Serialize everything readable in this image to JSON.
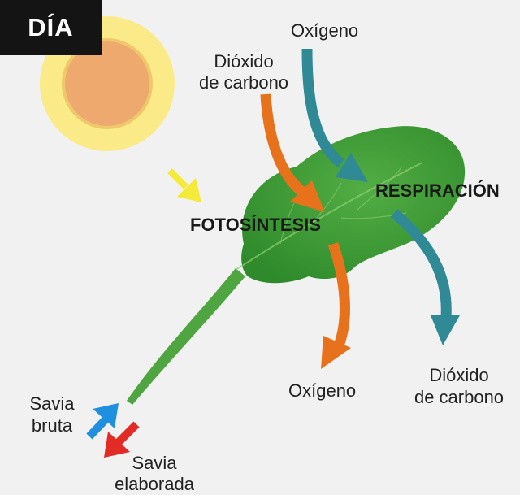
{
  "badge": {
    "label": "DÍA"
  },
  "labels": {
    "oxygen_in": "Oxígeno",
    "co2_in_line1": "Dióxido",
    "co2_in_line2": "de carbono",
    "respiration": "RESPIRACIÓN",
    "photosynthesis": "FOTOSÍNTESIS",
    "oxygen_out": "Oxígeno",
    "co2_out_line1": "Dióxido",
    "co2_out_line2": "de carbono",
    "raw_sap_line1": "Savia",
    "raw_sap_line2": "bruta",
    "processed_sap_line1": "Savia",
    "processed_sap_line2": "elaborada"
  },
  "colors": {
    "background": "#f1f1f1",
    "badge_bg": "#141414",
    "sun_halo": "#fbeb88",
    "sun_core": "#eeaa6e",
    "sun_ring": "#f0c86c",
    "sunlight_arrow": "#f4ea3a",
    "photosynthesis_arrow": "#e8721b",
    "respiration_arrow": "#2f8a96",
    "raw_sap_arrow": "#1f8fe0",
    "processed_sap_arrow": "#e22b24",
    "leaf": "#3f9a35",
    "leaf_vein": "#8fcf75"
  }
}
